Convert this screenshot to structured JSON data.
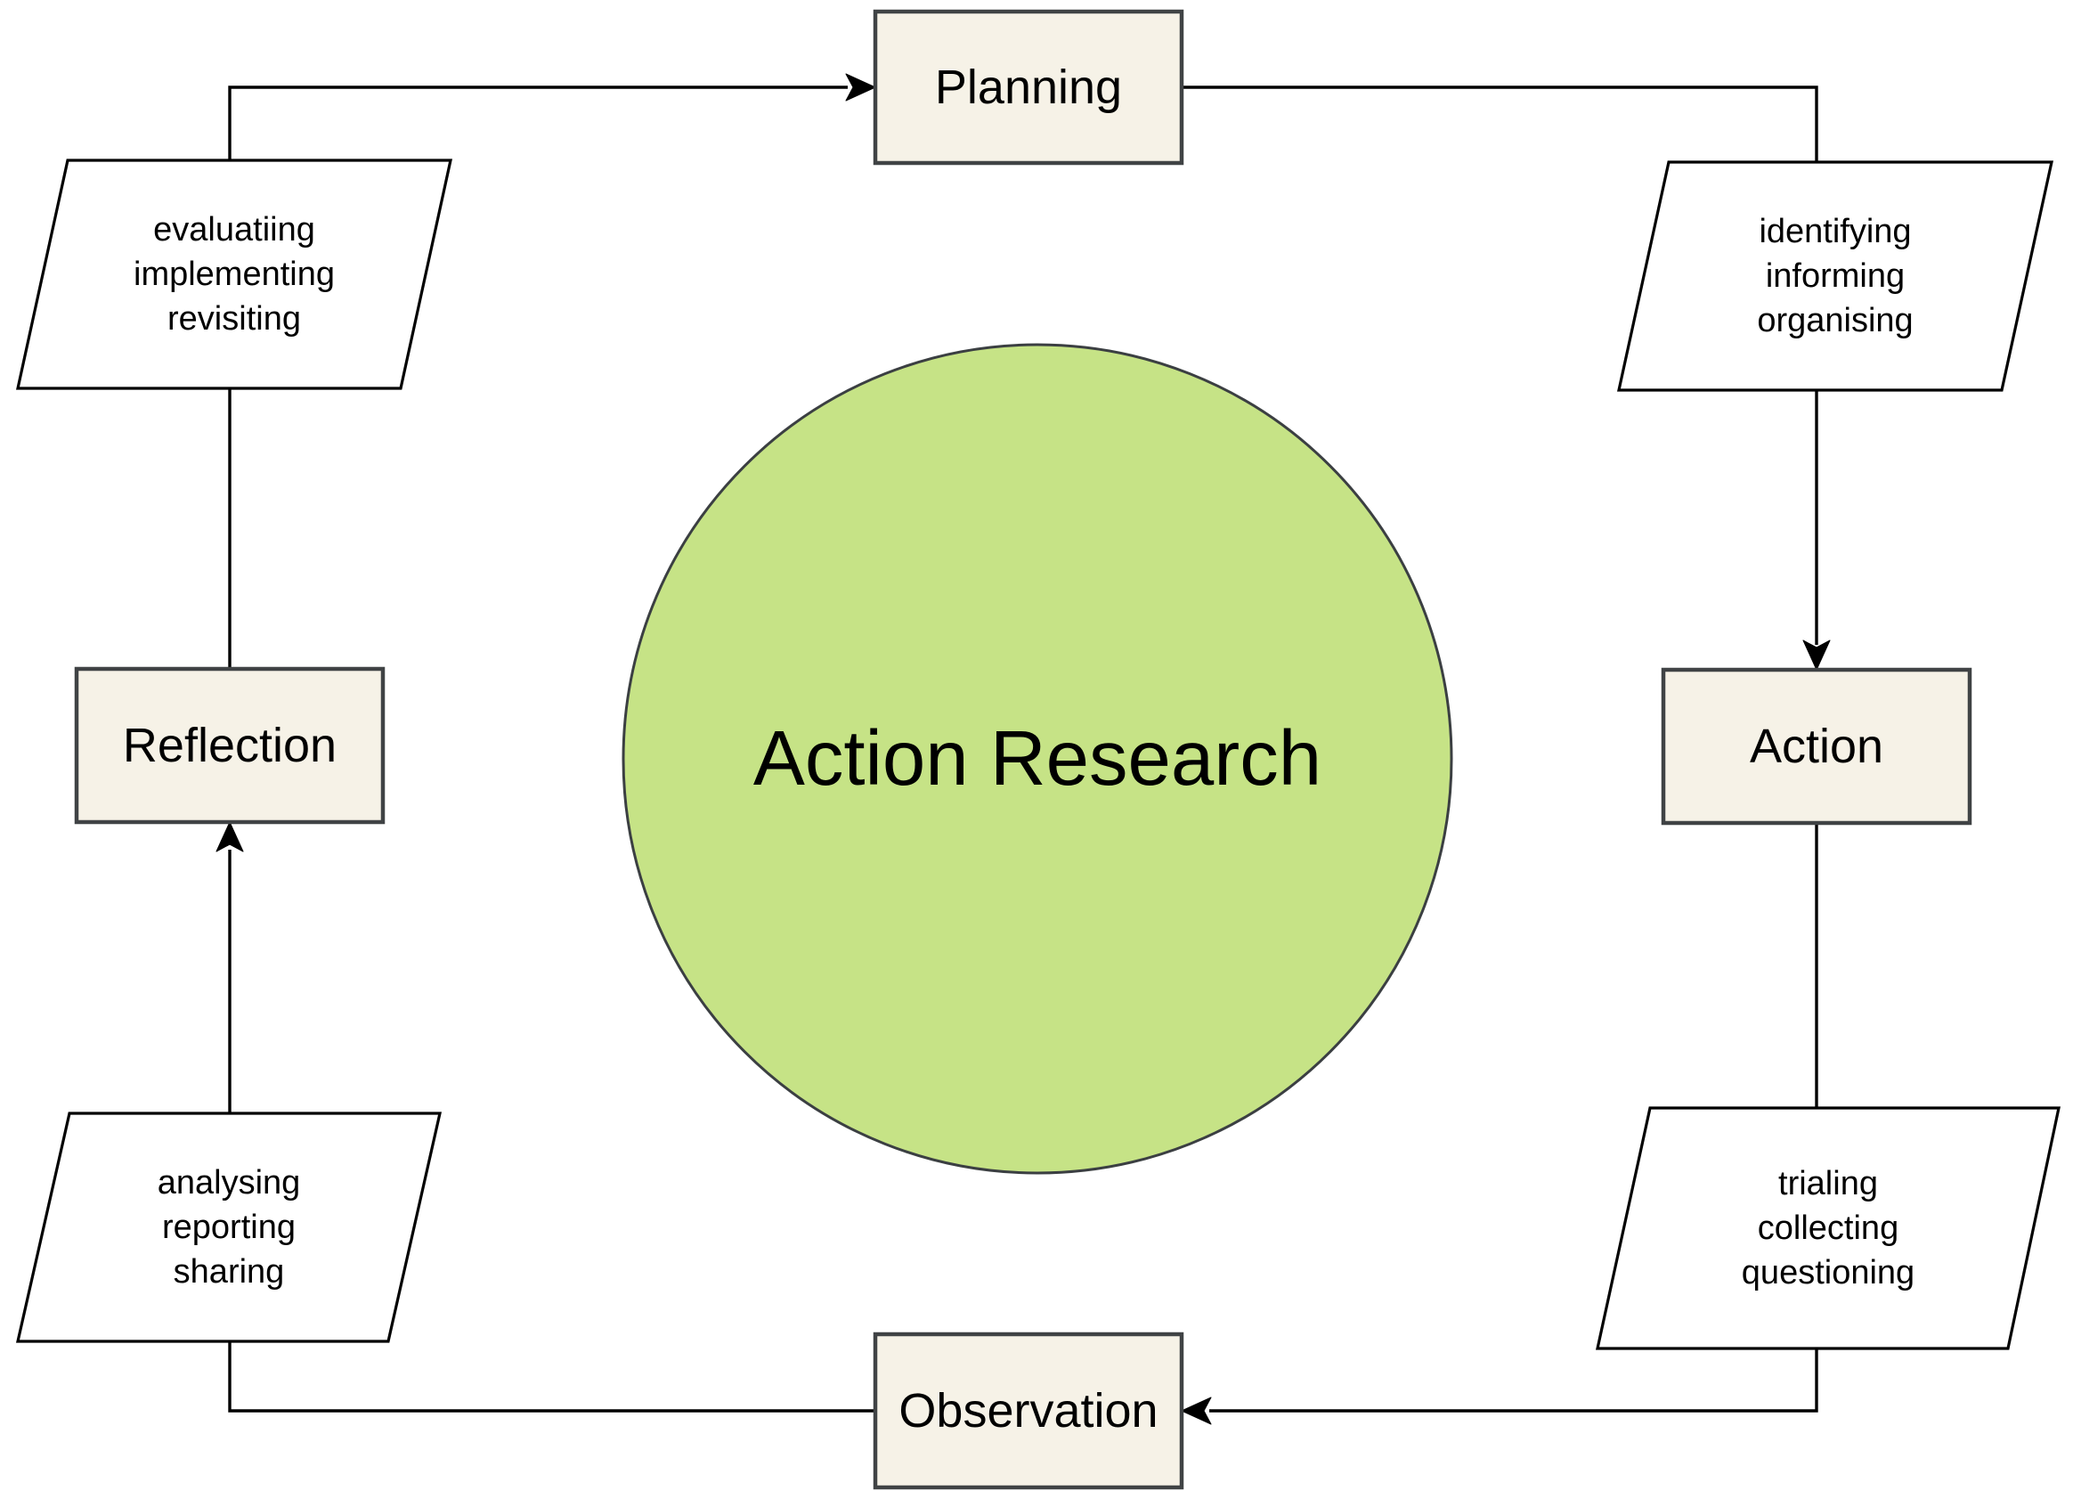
{
  "center": {
    "label": "Action Research"
  },
  "stages": {
    "planning": "Planning",
    "action": "Action",
    "observation": "Observation",
    "reflection": "Reflection"
  },
  "activities": {
    "top_left": [
      "evaluatiing",
      "implementing",
      "revisiting"
    ],
    "top_right": [
      "identifying",
      "informing",
      "organising"
    ],
    "bottom_left": [
      "analysing",
      "reporting",
      "sharing"
    ],
    "bottom_right": [
      "trialing",
      "collecting",
      "questioning"
    ]
  },
  "colors": {
    "circle-fill": "#c6e386",
    "circle-stroke": "#3b3f42",
    "box-fill": "#f6f2e7",
    "box-stroke": "#404345",
    "para-fill": "#ffffff",
    "line-color": "#000000",
    "text-color": "#000000",
    "background": "#ffffff"
  }
}
